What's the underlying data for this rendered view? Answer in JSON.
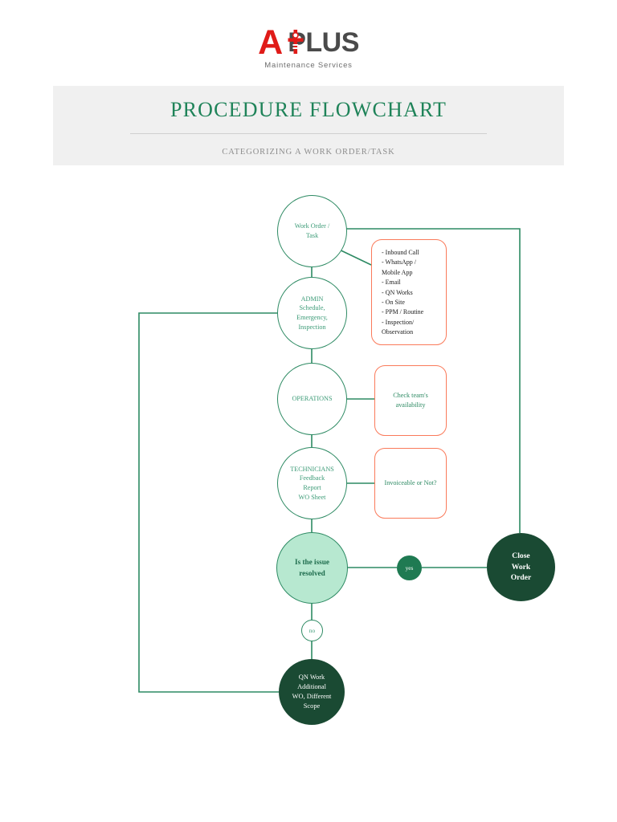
{
  "logo": {
    "letter_a": "A",
    "word": "PLUS",
    "tagline": "Maintenance Services",
    "color_a": "#e01b18",
    "color_word": "#4a4a4a"
  },
  "header": {
    "title": "PROCEDURE FLOWCHART",
    "subtitle": "CATEGORIZING A WORK ORDER/TASK",
    "title_color": "#1f8359",
    "banner_background": "#f0f0f0"
  },
  "flowchart": {
    "nodes": {
      "work_order": "Work Order /\nTask",
      "admin": "ADMIN\nSchedule,\nEmergency,\nInspection",
      "operations": "OPERATIONS",
      "technicians": "TECHNICIANS\nFeedback\nReport\nWO Sheet",
      "decision": "Is the issue\nresolved",
      "close_work_order": "Close\nWork\nOrder",
      "qn_work": "QN Work\nAdditional\nWO, Different\nScope"
    },
    "side_boxes": {
      "channels": "- Inbound Call\n- WhatsApp /\nMobile App\n- Email\n- QN Works\n- On Site\n- PPM / Routine\n- Inspection/\nObservation",
      "check_availability": "Check team's\navailability",
      "invoiceable": "Invoiceable or Not?"
    },
    "branch_labels": {
      "yes": "yes",
      "no": "no"
    },
    "colors": {
      "green_stroke": "#2d8a63",
      "green_text": "#3c9b77",
      "light_green_fill": "#b7e8d0",
      "dark_green_fill": "#1a4a33",
      "orange_stroke": "#fa7a5a",
      "badge_fill": "#1f7a52"
    }
  }
}
